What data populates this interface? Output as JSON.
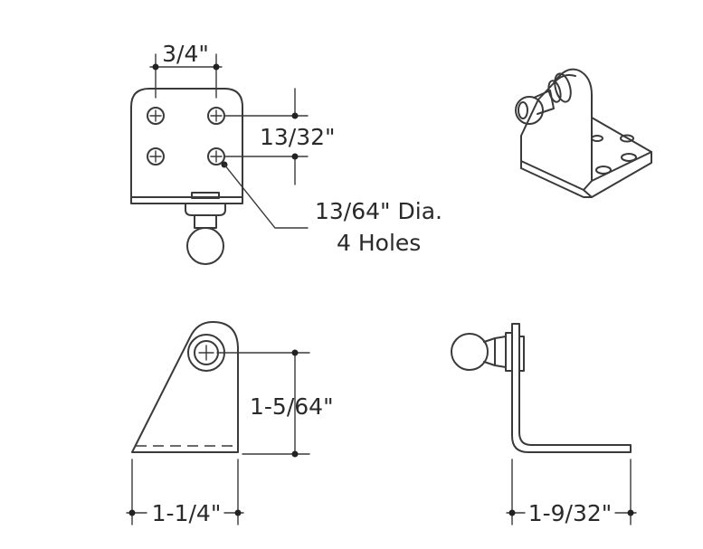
{
  "dimensions": {
    "hole_spacing_horizontal": "3/4\"",
    "hole_spacing_vertical": "13/32\"",
    "hole_note_line1": "13/64\" Dia.",
    "hole_note_line2": "4 Holes",
    "ball_center_height": "1-5/64\"",
    "base_width": "1-1/4\"",
    "base_depth": "1-9/32\""
  },
  "colors": {
    "line": "#3a3a3a",
    "text": "#2a2a2a",
    "background": "#ffffff"
  }
}
